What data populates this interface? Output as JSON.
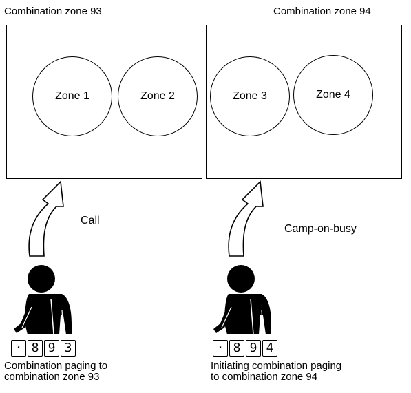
{
  "zones": [
    {
      "title": "Combination zone 93",
      "circles": [
        "Zone 1",
        "Zone 2"
      ]
    },
    {
      "title": "Combination zone 94",
      "circles": [
        "Zone 3",
        "Zone 4"
      ]
    }
  ],
  "actions": {
    "left_label": "Call",
    "right_label": "Camp-on-busy"
  },
  "keypads": {
    "left": [
      "·",
      "8",
      "9",
      "3"
    ],
    "right": [
      "·",
      "8",
      "9",
      "4"
    ]
  },
  "captions": {
    "left_line1": "Combination paging to",
    "left_line2": "combination zone 93",
    "right_line1": "Initiating combination paging",
    "right_line2": "to combination zone 94"
  }
}
